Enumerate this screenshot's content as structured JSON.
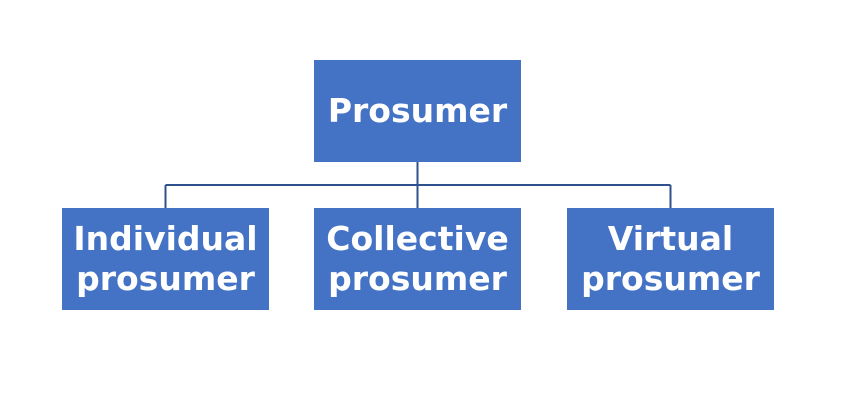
{
  "diagram": {
    "root": {
      "label": "Prosumer"
    },
    "children": [
      {
        "label": "Individual\nprosumer"
      },
      {
        "label": "Collective\nprosumer"
      },
      {
        "label": "Virtual\nprosumer"
      }
    ]
  },
  "colors": {
    "node_fill": "#4472c4",
    "node_text": "#ffffff",
    "connector": "#2f528f",
    "background": "#ffffff"
  }
}
